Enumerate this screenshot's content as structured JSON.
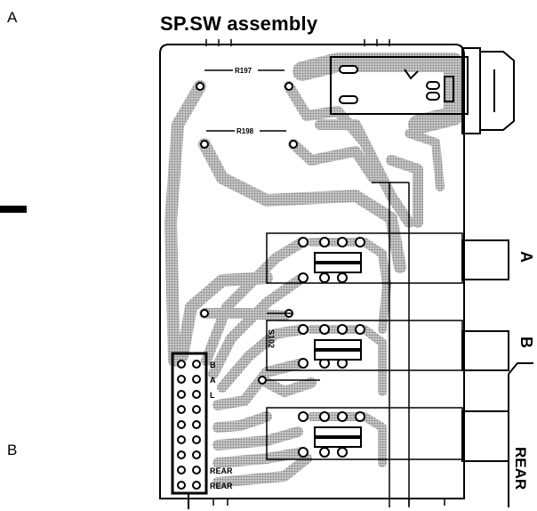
{
  "margin": {
    "letter_top": "A",
    "letter_bottom": "B"
  },
  "title": "SP.SW assembly",
  "labels": {
    "r197": "R197",
    "r198": "R198",
    "s102": "S102",
    "side_a": "A",
    "side_b": "B",
    "rear": "REAR"
  },
  "terminals": [
    "B",
    "A",
    "L",
    "",
    "",
    "",
    "",
    "REAR",
    "REAR"
  ],
  "colors": {
    "trace": "#a8a8a8",
    "ink": "#000000",
    "board": "#ffffff"
  }
}
